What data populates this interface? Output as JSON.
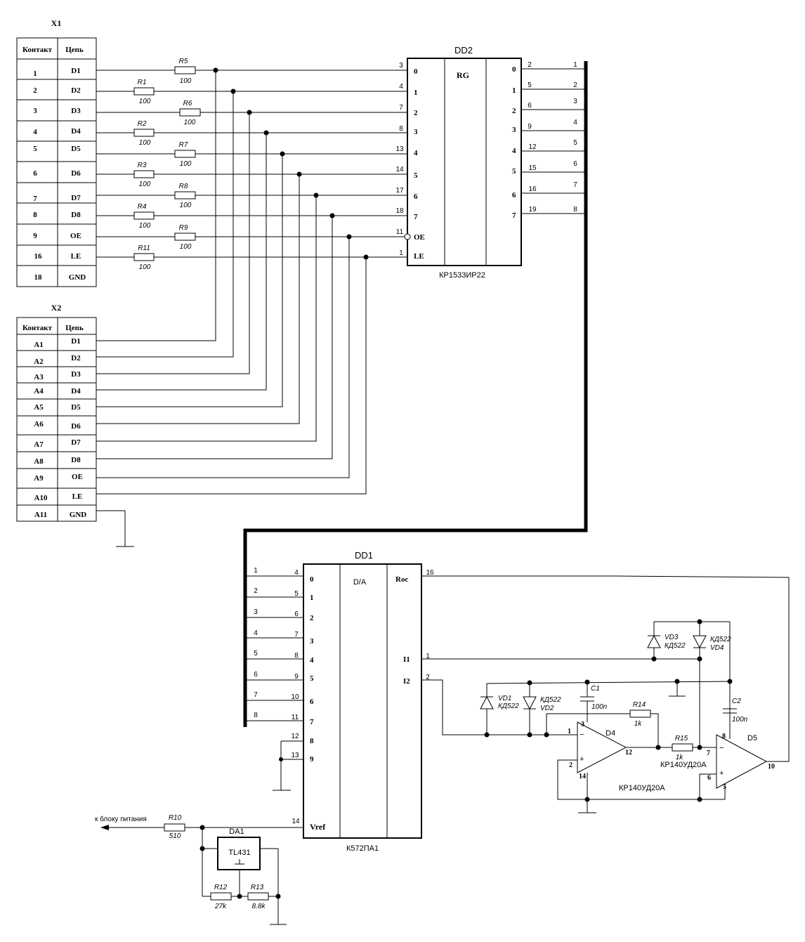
{
  "x1": {
    "title": "X1",
    "header": [
      "Контакт",
      "Цепь"
    ],
    "rows": [
      [
        "1",
        "D1"
      ],
      [
        "2",
        "D2"
      ],
      [
        "3",
        "D3"
      ],
      [
        "4",
        "D4"
      ],
      [
        "5",
        "D5"
      ],
      [
        "6",
        "D6"
      ],
      [
        "7",
        "D7"
      ],
      [
        "8",
        "D8"
      ],
      [
        "9",
        "OE"
      ],
      [
        "16",
        "LE"
      ],
      [
        "18",
        "GND"
      ]
    ]
  },
  "x2": {
    "title": "X2",
    "header": [
      "Контакт",
      "Цепь"
    ],
    "rows": [
      [
        "A1",
        "D1"
      ],
      [
        "A2",
        "D2"
      ],
      [
        "A3",
        "D3"
      ],
      [
        "A4",
        "D4"
      ],
      [
        "A5",
        "D5"
      ],
      [
        "A6",
        "D6"
      ],
      [
        "A7",
        "D7"
      ],
      [
        "A8",
        "D8"
      ],
      [
        "A9",
        "OE"
      ],
      [
        "A10",
        "LE"
      ],
      [
        "A11",
        "GND"
      ]
    ]
  },
  "resistors_in": [
    {
      "name": "R5",
      "value": "100"
    },
    {
      "name": "R1",
      "value": "100"
    },
    {
      "name": "R6",
      "value": "100"
    },
    {
      "name": "R2",
      "value": "100"
    },
    {
      "name": "R7",
      "value": "100"
    },
    {
      "name": "R3",
      "value": "100"
    },
    {
      "name": "R8",
      "value": "100"
    },
    {
      "name": "R4",
      "value": "100"
    },
    {
      "name": "R9",
      "value": "100"
    },
    {
      "name": "R11",
      "value": "100"
    }
  ],
  "dd2": {
    "title": "DD2",
    "func": "RG",
    "part": "КР1533ИР22",
    "in_pins": [
      "3",
      "4",
      "7",
      "8",
      "13",
      "14",
      "17",
      "18",
      "11",
      "1"
    ],
    "in_labels": [
      "0",
      "1",
      "2",
      "3",
      "4",
      "5",
      "6",
      "7",
      "OE",
      "LE"
    ],
    "out_labels": [
      "0",
      "1",
      "2",
      "3",
      "4",
      "5",
      "6",
      "7"
    ],
    "out_pins": [
      "2",
      "5",
      "6",
      "9",
      "12",
      "15",
      "16",
      "19"
    ],
    "bus_nums": [
      "1",
      "2",
      "3",
      "4",
      "5",
      "6",
      "7",
      "8"
    ]
  },
  "dd1": {
    "title": "DD1",
    "func": "D/A",
    "part": "К572ПА1",
    "bus_nums": [
      "1",
      "2",
      "3",
      "4",
      "5",
      "6",
      "7",
      "8"
    ],
    "in_pins": [
      "4",
      "5",
      "6",
      "7",
      "8",
      "9",
      "10",
      "11",
      "12",
      "13"
    ],
    "in_labels": [
      "0",
      "1",
      "2",
      "3",
      "4",
      "5",
      "6",
      "7",
      "8",
      "9"
    ],
    "roc_label": "Roc",
    "roc_pin": "16",
    "i1_label": "I1",
    "i1_pin": "1",
    "i2_label": "I2",
    "i2_pin": "2",
    "vref_label": "Vref",
    "vref_pin": "14"
  },
  "power": {
    "label": "к блоку питания",
    "r10": "R10",
    "r10_value": "510",
    "da1": "DA1",
    "tl431": "TL431",
    "r12": "R12",
    "r12_value": "27k",
    "r13": "R13",
    "r13_value": "8.8k"
  },
  "analog": {
    "vd3": "VD3",
    "vd3_type": "КД522",
    "vd4": "VD4",
    "vd4_type": "КД522",
    "vd1": "VD1",
    "vd1_type": "КД522",
    "vd2": "VD2",
    "vd2_type": "КД522",
    "c1": "C1",
    "c1_value": "100n",
    "c2": "C2",
    "c2_value": "100n",
    "r14": "R14",
    "r14_value": "1k",
    "r15": "R15",
    "r15_value": "1k",
    "d4": "D4",
    "d4_part": "КР140УД20А",
    "d5": "D5",
    "d5_part": "КР140УД20А",
    "d4_pins": [
      "1",
      "3",
      "2",
      "14",
      "12"
    ],
    "d5_pins": [
      "8",
      "7",
      "6",
      "5",
      "10"
    ],
    "minus": "−",
    "plus": "+"
  }
}
